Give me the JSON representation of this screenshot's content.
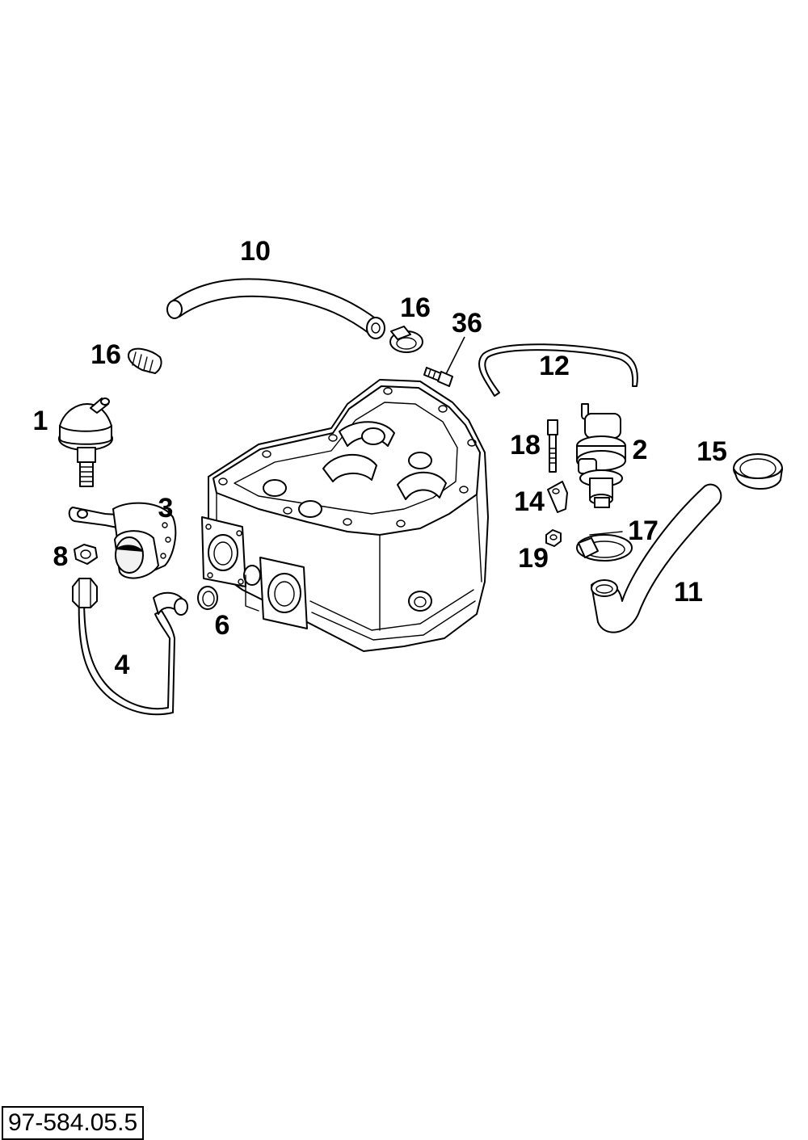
{
  "diagram": {
    "reference_number": "97-584.05.5",
    "callouts": [
      "10",
      "16",
      "36",
      "16",
      "12",
      "1",
      "18",
      "2",
      "15",
      "3",
      "14",
      "17",
      "8",
      "19",
      "11",
      "6",
      "4"
    ]
  },
  "colors": {
    "line": "#000000",
    "background": "#ffffff"
  }
}
